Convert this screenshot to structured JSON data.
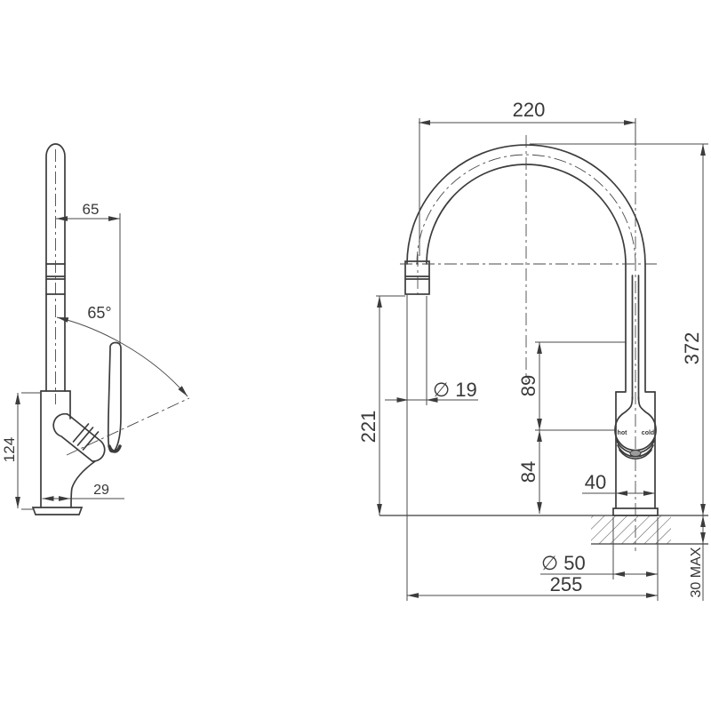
{
  "drawing": {
    "type": "technical-dimension-drawing",
    "subject": "gooseneck sink mixer tap, side view and front view",
    "colors": {
      "line": "#3c3c3c",
      "background": "#ffffff",
      "ring_fill": "#9b9b9b"
    },
    "side_view": {
      "dims": {
        "handle_offset": "65",
        "handle_angle": "65°",
        "body_height": "124",
        "base_width": "29"
      }
    },
    "front_view": {
      "dims": {
        "spout_span": "220",
        "overall_height": "372",
        "spout_clearance": "221",
        "spout_diameter": "∅ 19",
        "neck_height": "89",
        "body_height": "84",
        "body_width": "40",
        "flange_diameter": "∅ 50",
        "overall_reach": "255",
        "max_counter_thickness": "30 MAX"
      },
      "labels": {
        "hot": "hot",
        "cold": "cold"
      }
    }
  }
}
